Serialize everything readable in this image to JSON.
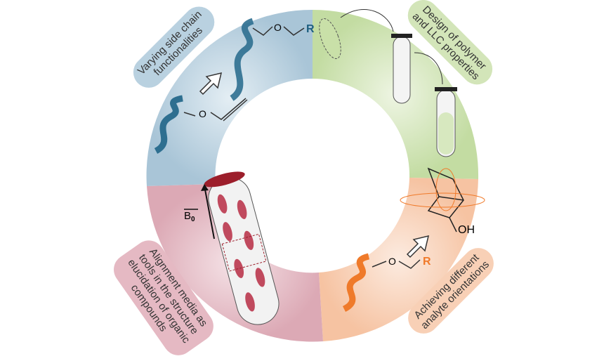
{
  "labels": {
    "top_left": [
      "Varying side chain",
      "functionalities"
    ],
    "top_right": [
      "Design of polymer",
      "and LLC properties"
    ],
    "bottom_left": [
      "Alignment media as",
      "tools in the structure",
      "elucidation of organic",
      "compounds"
    ],
    "bottom_right": [
      "Achieving different",
      "analyte orientations"
    ]
  },
  "chem": {
    "o_top": "O",
    "r_top": "R",
    "o_alkyne": "O",
    "b0": "B",
    "b0_sub": "0",
    "oh": "OH",
    "o_bottom": "O",
    "r_bottom": "R"
  },
  "colors": {
    "blue": "#c7dae6",
    "green": "#d5e6be",
    "orange": "#f9d6c0",
    "pink": "#e9c3cc",
    "accent_blue": "#1e5f80",
    "accent_orange": "#f07a2a",
    "tube_red": "#9c1e2b"
  }
}
